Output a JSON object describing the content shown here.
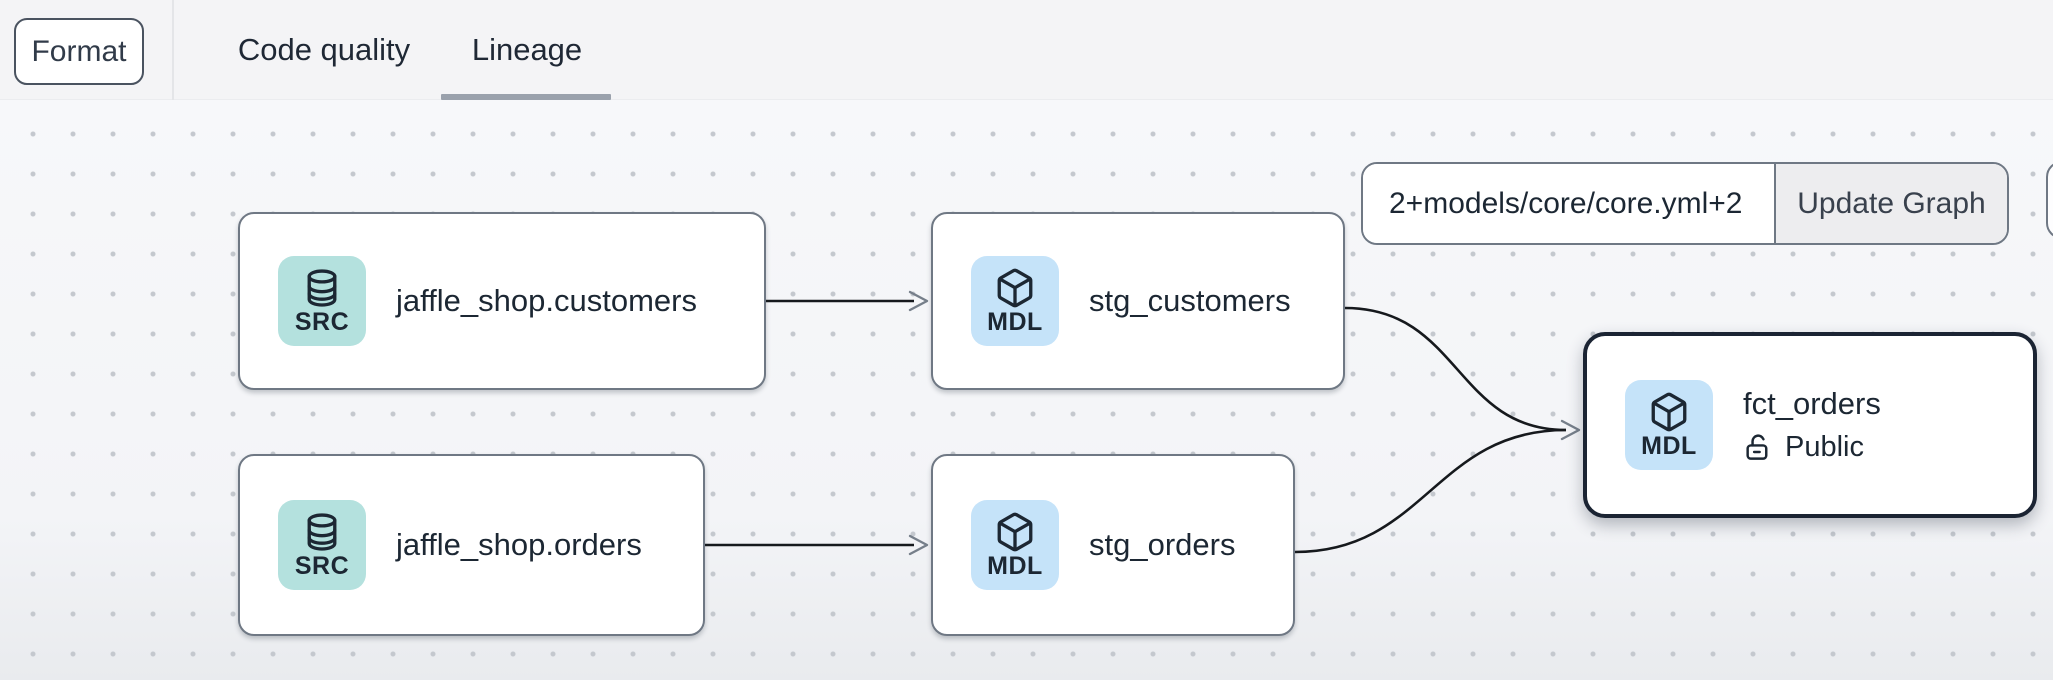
{
  "topbar": {
    "format_label": "Format",
    "tabs": [
      {
        "label": "Code quality",
        "active": false
      },
      {
        "label": "Lineage",
        "active": true
      }
    ]
  },
  "canvas": {
    "query_bar": {
      "value": "2+models/core/core.yml+2",
      "update_button_label": "Update Graph"
    },
    "nodes": [
      {
        "type": "SRC",
        "label": "jaffle_shop.customers"
      },
      {
        "type": "MDL",
        "label": "stg_customers"
      },
      {
        "type": "SRC",
        "label": "jaffle_shop.orders"
      },
      {
        "type": "MDL",
        "label": "stg_orders"
      },
      {
        "type": "MDL",
        "label": "fct_orders",
        "access": "Public",
        "selected": true
      }
    ],
    "edges": [
      {
        "from": "jaffle_shop.customers",
        "to": "stg_customers"
      },
      {
        "from": "jaffle_shop.orders",
        "to": "stg_orders"
      },
      {
        "from": "stg_customers",
        "to": "fct_orders"
      },
      {
        "from": "stg_orders",
        "to": "fct_orders"
      }
    ]
  },
  "colors": {
    "src_chip_bg": "#b4e1de",
    "mdl_chip_bg": "#c5e3f9",
    "node_border": "#6f7884",
    "selected_node_border": "#1b2433",
    "edge_line": "#16191d",
    "arrowhead": "#767f8a",
    "text_primary": "#1c2733",
    "tab_underline": "#9aa1ac",
    "topbar_bg": "#f4f4f6",
    "canvas_bg": "#f5f6f8"
  }
}
